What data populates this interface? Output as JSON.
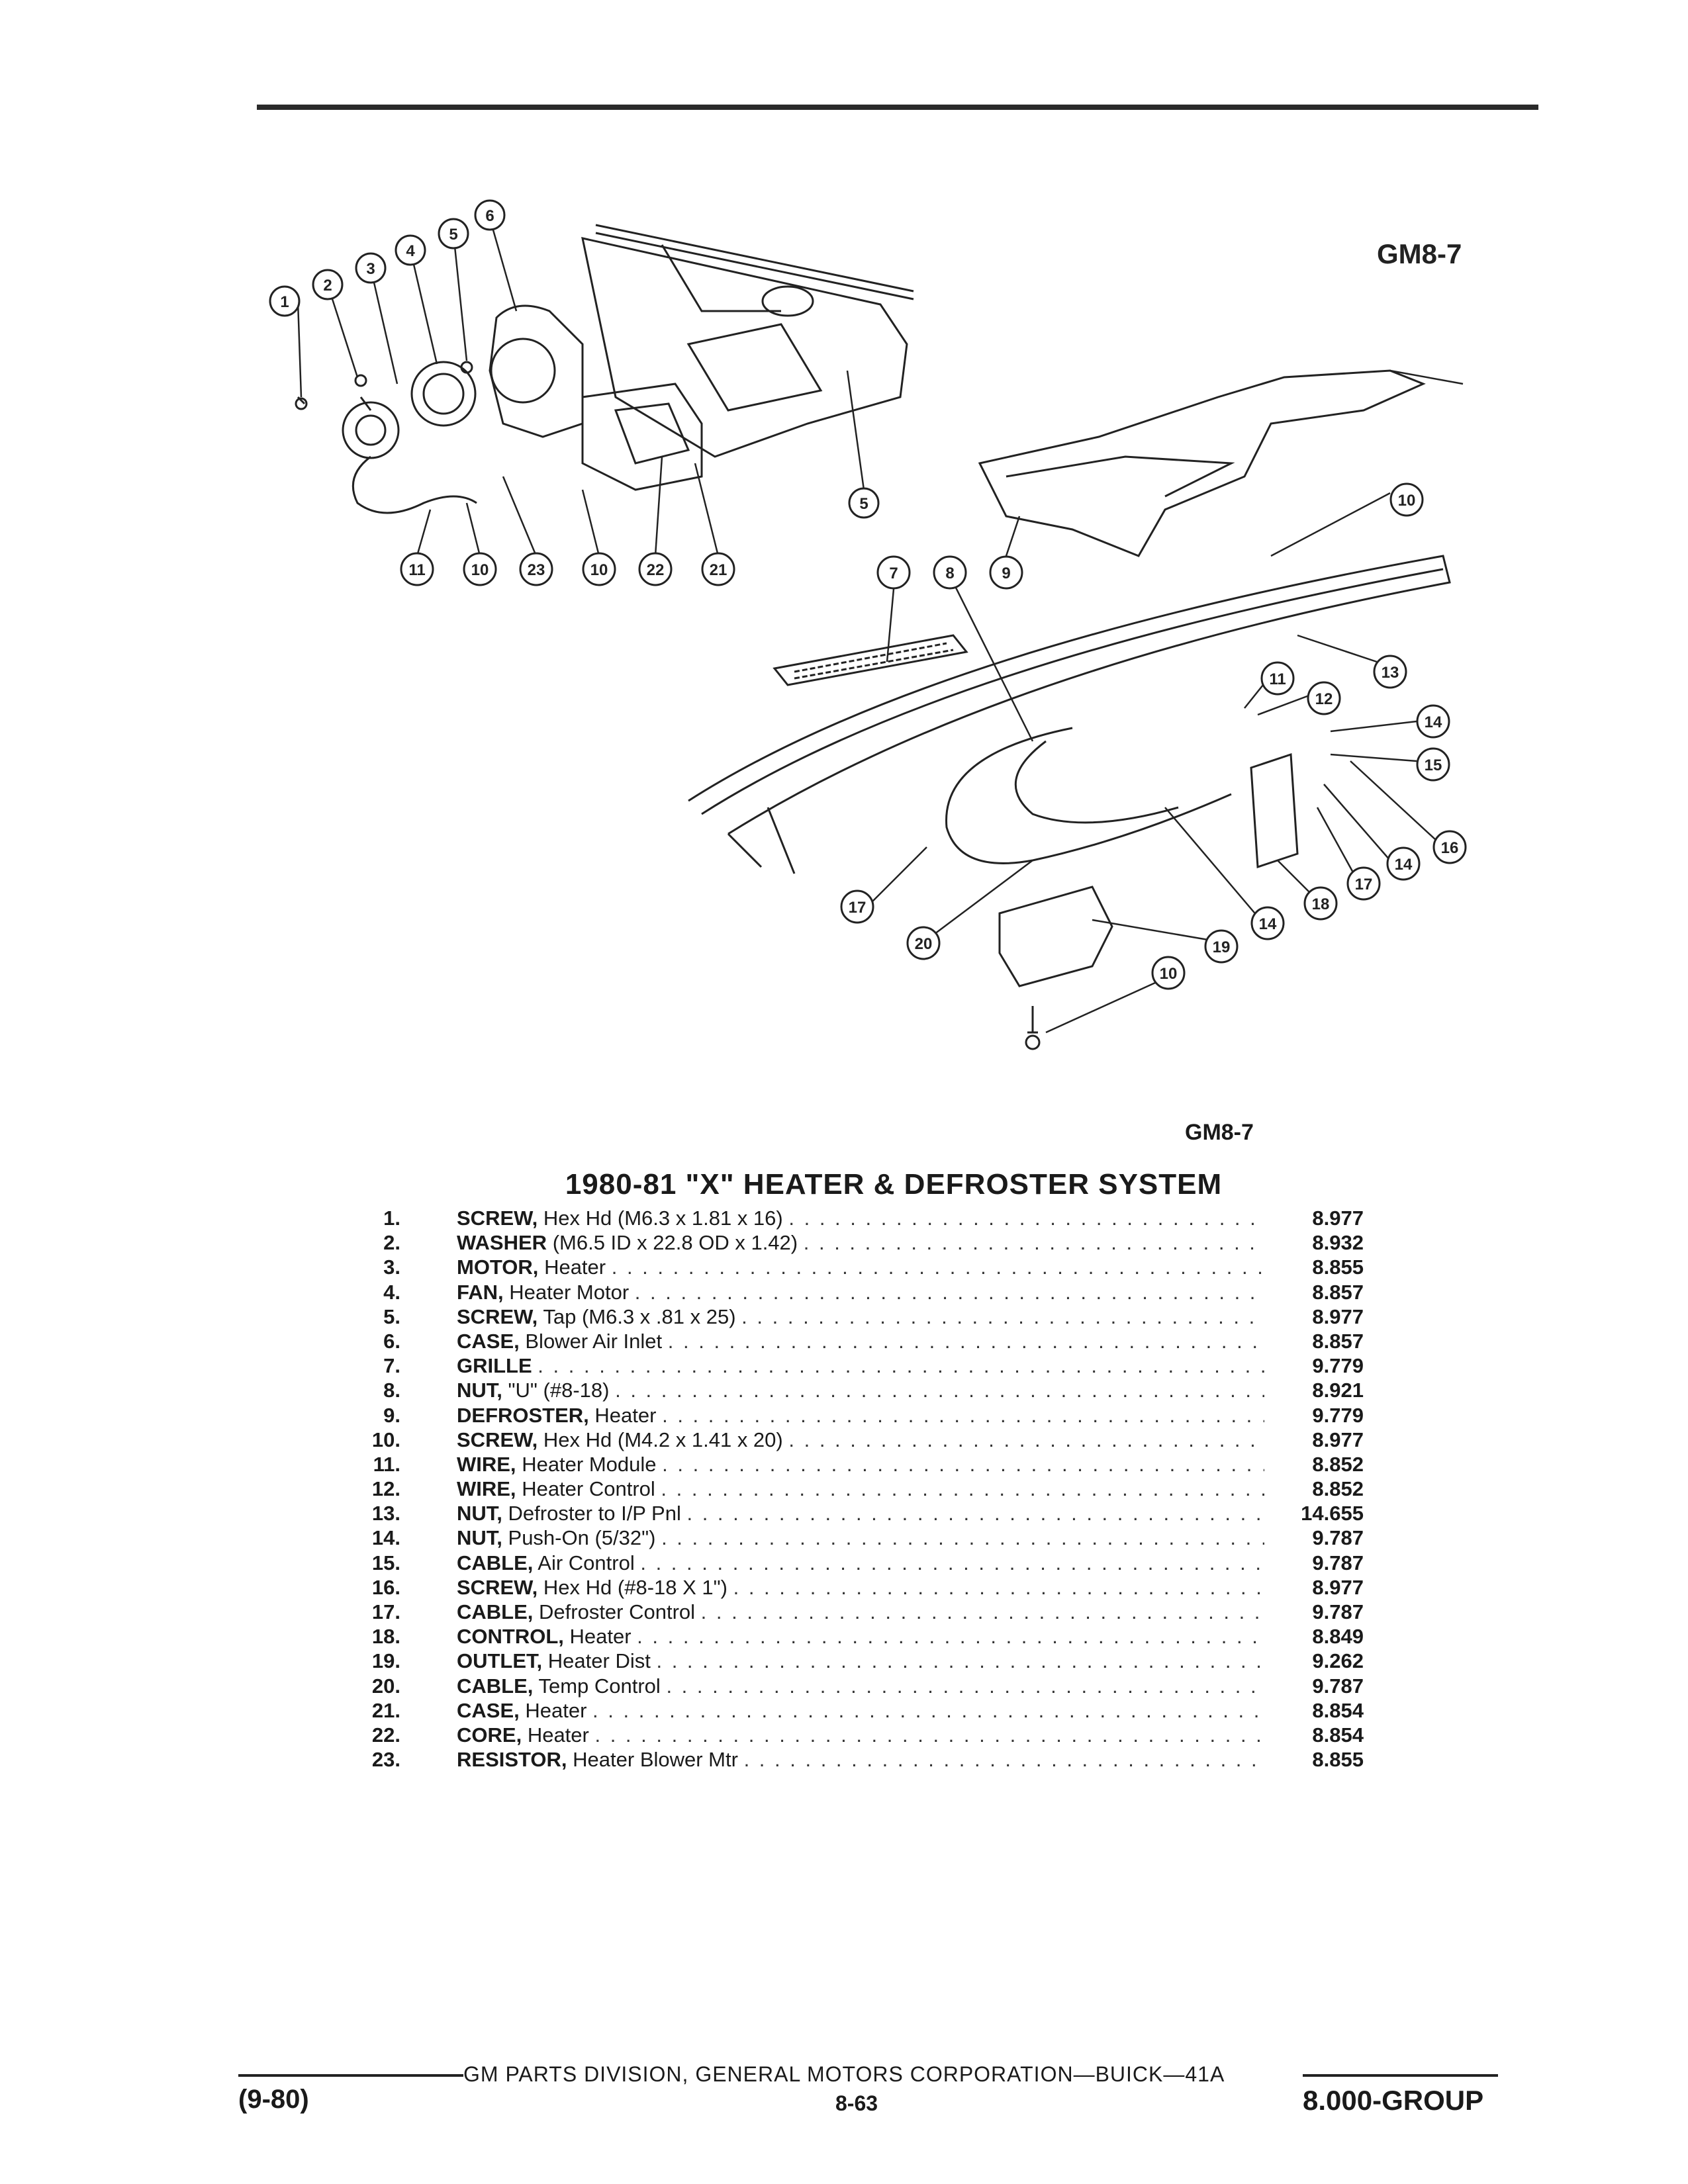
{
  "figure": {
    "code_top": "GM8-7",
    "code_bottom": "GM8-7",
    "callouts": [
      "1",
      "2",
      "3",
      "4",
      "5",
      "6",
      "5",
      "11",
      "10",
      "23",
      "10",
      "22",
      "21",
      "7",
      "8",
      "9",
      "10",
      "13",
      "11",
      "12",
      "14",
      "15",
      "16",
      "14",
      "17",
      "17",
      "18",
      "14",
      "19",
      "20",
      "10"
    ]
  },
  "title": "1980-81 \"X\" HEATER & DEFROSTER SYSTEM",
  "parts": [
    {
      "num": "1.",
      "name": "SCREW,",
      "desc": "Hex Hd (M6.3 x 1.81 x 16)",
      "code": "8.977"
    },
    {
      "num": "2.",
      "name": "WASHER",
      "desc": "(M6.5 ID x 22.8 OD x 1.42)",
      "code": "8.932"
    },
    {
      "num": "3.",
      "name": "MOTOR,",
      "desc": "Heater",
      "code": "8.855"
    },
    {
      "num": "4.",
      "name": "FAN,",
      "desc": "Heater Motor",
      "code": "8.857"
    },
    {
      "num": "5.",
      "name": "SCREW,",
      "desc": "Tap (M6.3 x .81 x 25)",
      "code": "8.977"
    },
    {
      "num": "6.",
      "name": "CASE,",
      "desc": "Blower Air Inlet",
      "code": "8.857"
    },
    {
      "num": "7.",
      "name": "GRILLE",
      "desc": "",
      "code": "9.779"
    },
    {
      "num": "8.",
      "name": "NUT,",
      "desc": "\"U\" (#8-18)",
      "code": "8.921"
    },
    {
      "num": "9.",
      "name": "DEFROSTER,",
      "desc": "Heater",
      "code": "9.779"
    },
    {
      "num": "10.",
      "name": "SCREW,",
      "desc": "Hex Hd (M4.2 x 1.41 x 20)",
      "code": "8.977"
    },
    {
      "num": "11.",
      "name": "WIRE,",
      "desc": "Heater Module",
      "code": "8.852"
    },
    {
      "num": "12.",
      "name": "WIRE,",
      "desc": "Heater Control",
      "code": "8.852"
    },
    {
      "num": "13.",
      "name": "NUT,",
      "desc": "Defroster to I/P Pnl",
      "code": "14.655"
    },
    {
      "num": "14.",
      "name": "NUT,",
      "desc": "Push-On (5/32\")",
      "code": "9.787"
    },
    {
      "num": "15.",
      "name": "CABLE,",
      "desc": "Air Control",
      "code": "9.787"
    },
    {
      "num": "16.",
      "name": "SCREW,",
      "desc": "Hex Hd (#8-18 X 1\")",
      "code": "8.977"
    },
    {
      "num": "17.",
      "name": "CABLE,",
      "desc": "Defroster Control",
      "code": "9.787"
    },
    {
      "num": "18.",
      "name": "CONTROL,",
      "desc": "Heater",
      "code": "8.849"
    },
    {
      "num": "19.",
      "name": "OUTLET,",
      "desc": "Heater Dist",
      "code": "9.262"
    },
    {
      "num": "20.",
      "name": "CABLE,",
      "desc": "Temp Control",
      "code": "9.787"
    },
    {
      "num": "21.",
      "name": "CASE,",
      "desc": "Heater",
      "code": "8.854"
    },
    {
      "num": "22.",
      "name": "CORE,",
      "desc": "Heater",
      "code": "8.854"
    },
    {
      "num": "23.",
      "name": "RESISTOR,",
      "desc": "Heater Blower Mtr",
      "code": "8.855"
    }
  ],
  "footer": {
    "corporation": "GM PARTS DIVISION, GENERAL MOTORS CORPORATION—BUICK—41A",
    "date": "(9-80)",
    "page": "8-63",
    "group": "8.000-GROUP"
  }
}
